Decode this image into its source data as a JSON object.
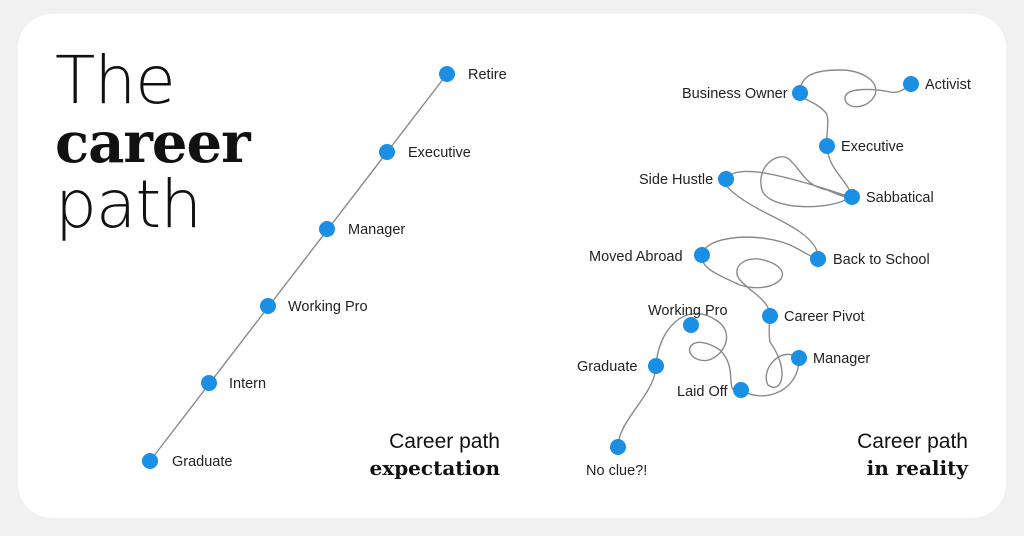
{
  "title": {
    "line1": "The",
    "line2": "career",
    "line3": "path"
  },
  "colors": {
    "node": "#1a8fe3",
    "line": "#8a8a8a",
    "text": "#111111",
    "background": "#f1f1f1",
    "card": "#ffffff"
  },
  "expectation": {
    "caption_line1": "Career path",
    "caption_line2": "expectation",
    "nodes": [
      "Graduate",
      "Intern",
      "Working Pro",
      "Manager",
      "Executive",
      "Retire"
    ]
  },
  "reality": {
    "caption_line1": "Career path",
    "caption_line2": "in reality",
    "nodes": [
      "No clue?!",
      "Graduate",
      "Working Pro",
      "Laid Off",
      "Manager",
      "Career Pivot",
      "Moved Abroad",
      "Back to School",
      "Side Hustle",
      "Sabbatical",
      "Executive",
      "Business Owner",
      "Activist"
    ]
  }
}
